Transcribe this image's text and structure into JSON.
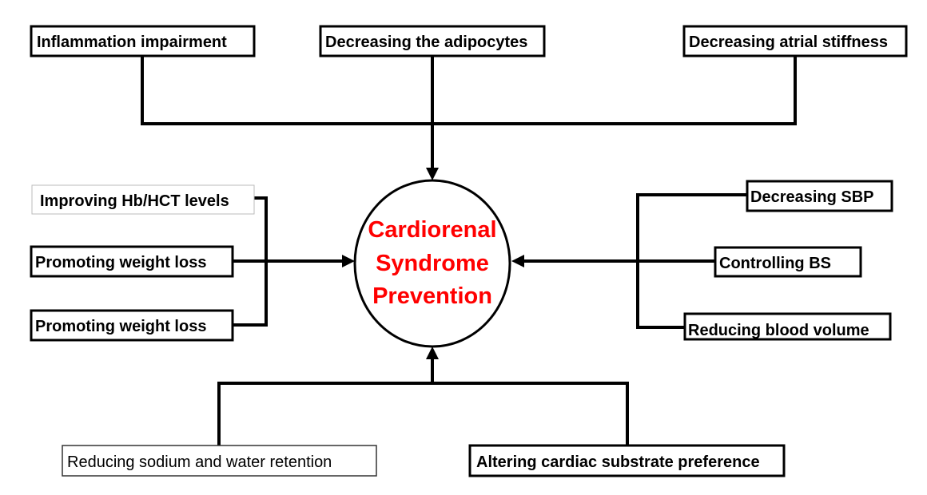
{
  "diagram": {
    "center": {
      "lines": [
        "Cardiorenal",
        "Syndrome",
        "Prevention"
      ],
      "color": "#ff0000"
    },
    "top": [
      {
        "label": "Inflammation impairment"
      },
      {
        "label": "Decreasing the adipocytes"
      },
      {
        "label": "Decreasing atrial stiffness"
      }
    ],
    "left": [
      {
        "label": "Improving Hb/HCT levels"
      },
      {
        "label": "Promoting weight loss"
      },
      {
        "label": "Promoting weight loss"
      }
    ],
    "right": [
      {
        "label": "Decreasing SBP"
      },
      {
        "label": "Controlling BS"
      },
      {
        "label": "Reducing blood volume"
      }
    ],
    "bottom": [
      {
        "label": "Reducing sodium and water retention"
      },
      {
        "label": "Altering cardiac substrate preference"
      }
    ]
  }
}
